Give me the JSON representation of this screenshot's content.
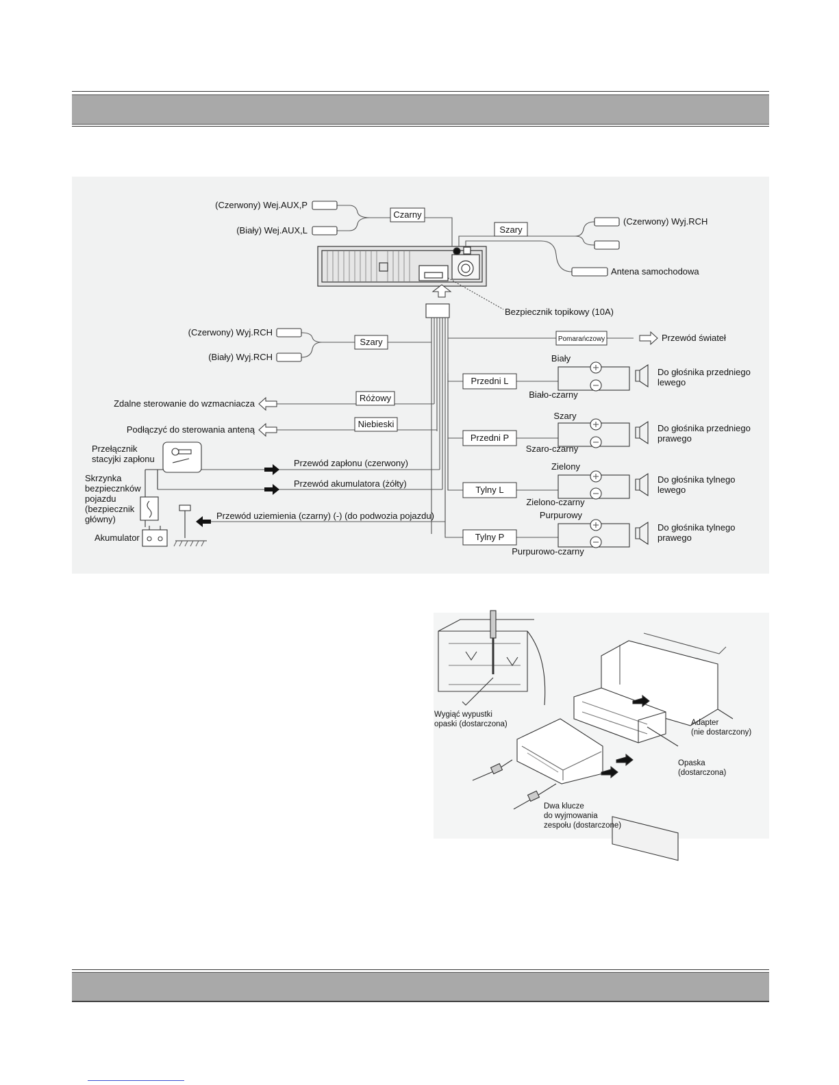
{
  "wiring": {
    "aux_in_right": "(Czerwony) Wej.AUX,P",
    "aux_in_left": "(Biały) Wej.AUX,L",
    "black_box": "Czarny",
    "gray_box_top": "Szary",
    "rch_out_top": "(Czerwony) Wyj.RCH",
    "car_antenna": "Antena samochodowa",
    "fuse": "Bezpiecznik topikowy (10A)",
    "rch_out_red": "(Czerwony) Wyj.RCH",
    "rch_out_white": "(Biały) Wyj.RCH",
    "gray_box_mid": "Szary",
    "orange_box": "Pomarańczowy",
    "light_wire": "Przewód świateł",
    "pink_box": "Różowy",
    "remote_amp": "Zdalne sterowanie do wzmacniacza",
    "blue_box": "Niebieski",
    "antenna_control": "Podłączyć do sterowania anteną",
    "ignition_switch_1": "Przełącznik",
    "ignition_switch_2": "stacyjki zapłonu",
    "ignition_wire": "Przewód zapłonu (czerwony)",
    "battery_wire": "Przewód akumulatora (żółty)",
    "fusebox_1": "Skrzynka",
    "fusebox_2": "bezpiecznków",
    "fusebox_3": "pojazdu",
    "fusebox_4": "(bezpiecznik",
    "fusebox_5": "główny)",
    "ground_wire": "Przewód uziemienia (czarny) (-) (do podwozia pojazdu)",
    "battery": "Akumulator",
    "speakers": [
      {
        "box": "Przedni L",
        "plus": "Biały",
        "minus": "Biało-czarny",
        "dest1": "Do głośnika przedniego",
        "dest2": "lewego"
      },
      {
        "box": "Przedni P",
        "plus": "Szary",
        "minus": "Szaro-czarny",
        "dest1": "Do głośnika przedniego",
        "dest2": "prawego"
      },
      {
        "box": "Tylny L",
        "plus": "Zielony",
        "minus": "Zielono-czarny",
        "dest1": "Do głośnika tylnego",
        "dest2": "lewego"
      },
      {
        "box": "Tylny P",
        "plus": "Purpurowy",
        "minus": "Purpurowo-czarny",
        "dest1": "Do głośnika tylnego",
        "dest2": "prawego"
      }
    ]
  },
  "install": {
    "bend_tabs_1": "Wygiąć wypustki",
    "bend_tabs_2": "opaski (dostarczona)",
    "adapter_1": "Adapter",
    "adapter_2": "(nie dostarczony)",
    "sleeve_1": "Opaska",
    "sleeve_2": "(dostarczona)",
    "keys_1": "Dwa klucze",
    "keys_2": "do wyjmowania",
    "keys_3": "zespołu (dostarczone)"
  }
}
